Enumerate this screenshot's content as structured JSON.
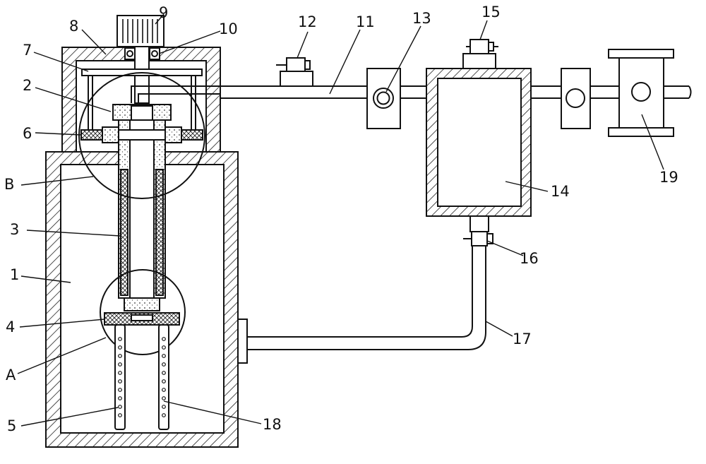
{
  "figure": {
    "labels": {
      "l1": "1",
      "l2": "2",
      "l3": "3",
      "l4": "4",
      "l5": "5",
      "l6": "6",
      "l7": "7",
      "l8": "8",
      "l9": "9",
      "l10": "10",
      "l11": "11",
      "l12": "12",
      "l13": "13",
      "l14": "14",
      "l15": "15",
      "l16": "16",
      "l17": "17",
      "l18": "18",
      "l19": "19",
      "lA": "A",
      "lB": "B"
    }
  }
}
